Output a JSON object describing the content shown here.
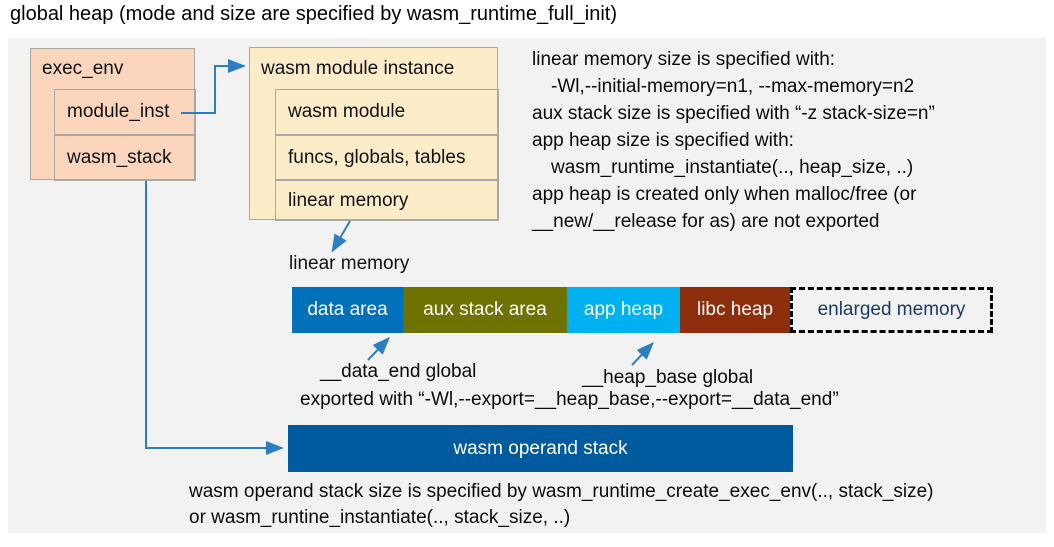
{
  "title": "global heap (mode and size are specified by wasm_runtime_full_init)",
  "exec_env": {
    "header": "exec_env",
    "rows": [
      "module_inst",
      "wasm_stack"
    ]
  },
  "module_instance": {
    "header": "wasm module instance",
    "rows": [
      "wasm module",
      "funcs, globals, tables",
      "linear memory"
    ]
  },
  "notes_right": {
    "lines": [
      "linear memory size is specified with:",
      "-Wl,--initial-memory=n1, --max-memory=n2",
      "aux stack size is specified with “-z stack-size=n”",
      "app heap size is specified with:",
      "wasm_runtime_instantiate(.., heap_size, ..)",
      "app heap is created only when malloc/free (or",
      "__new/__release for as) are not exported"
    ]
  },
  "linear_memory": {
    "label": "linear memory",
    "segments": [
      {
        "label": "data area",
        "color": "#0071b8"
      },
      {
        "label": "aux stack area",
        "color": "#6d7200"
      },
      {
        "label": "app heap",
        "color": "#00b1ef"
      },
      {
        "label": "libc heap",
        "color": "#8c2d0b"
      },
      {
        "label": "enlarged memory",
        "color": "dashed"
      }
    ]
  },
  "annotations": {
    "data_end": "__data_end global",
    "heap_base": "__heap_base global",
    "exported": "exported with “-Wl,--export=__heap_base,--export=__data_end”"
  },
  "operand_stack": {
    "label": "wasm operand stack"
  },
  "notes_bottom": {
    "lines": [
      "wasm operand stack size is specified by wasm_runtime_create_exec_env(.., stack_size)",
      "or wasm_runtine_instantiate(.., stack_size, ..)"
    ]
  },
  "colors": {
    "arrow": "#2d7dc1",
    "box_peach": "#fbd5bc",
    "box_cream": "#fdecc8",
    "border_gray": "#a8a8a8",
    "panel_bg": "#f2f2f2",
    "operand_bar": "#005a9e",
    "enlarged_text": "#1a3a6b"
  }
}
